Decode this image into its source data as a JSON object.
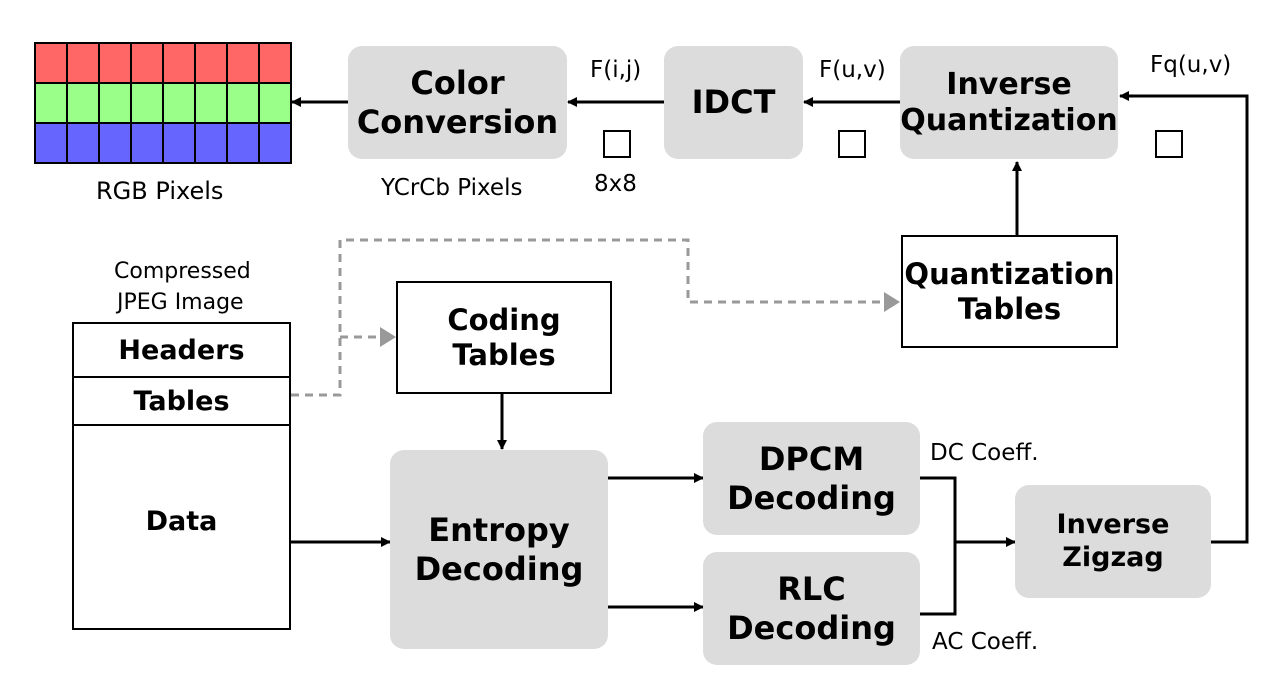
{
  "nodes": {
    "color_conversion": [
      "Color",
      "Conversion"
    ],
    "idct": "IDCT",
    "inverse_quantization": [
      "Inverse",
      "Quantization"
    ],
    "quantization_tables": [
      "Quantization",
      "Tables"
    ],
    "coding_tables": "Coding Tables",
    "entropy_decoding": [
      "Entropy",
      "Decoding"
    ],
    "dpcm_decoding": [
      "DPCM",
      "Decoding"
    ],
    "rlc_decoding": [
      "RLC",
      "Decoding"
    ],
    "inverse_zigzag": [
      "Inverse",
      "Zigzag"
    ]
  },
  "jpeg": {
    "caption": [
      "Compressed",
      "JPEG Image"
    ],
    "headers": "Headers",
    "tables": "Tables",
    "data": "Data"
  },
  "labels": {
    "rgb_pixels": "RGB Pixels",
    "ycrcb_pixels": "YCrCb Pixels",
    "f_ij": "F(i,j)",
    "f_uv": "F(u,v)",
    "fq_uv": "Fq(u,v)",
    "block_size": "8x8",
    "dc_coeff": "DC Coeff.",
    "ac_coeff": "AC Coeff."
  },
  "pixel_grid": {
    "columns": 8,
    "row_colors": [
      "#ff6666",
      "#99ff88",
      "#6666ff"
    ]
  }
}
